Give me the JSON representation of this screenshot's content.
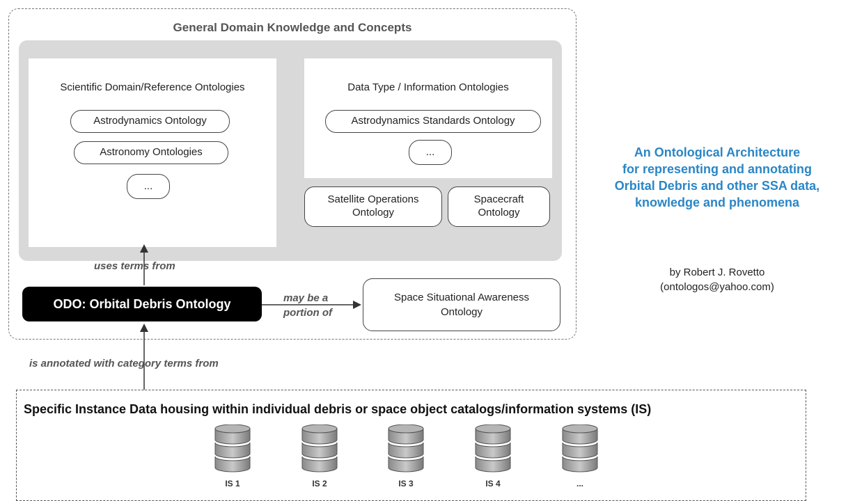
{
  "domain_title": "General Domain Knowledge and Concepts",
  "scientific": {
    "heading": "Scientific Domain/Reference Ontologies",
    "items": [
      "Astrodynamics Ontology",
      "Astronomy Ontologies",
      "..."
    ]
  },
  "data_type": {
    "heading": "Data Type / Information Ontologies",
    "items": [
      "Astrodynamics Standards Ontology",
      "..."
    ]
  },
  "satellite_ops": {
    "line1": "Satellite Operations",
    "line2": "Ontology"
  },
  "spacecraft": {
    "line1": "Spacecraft",
    "line2": "Ontology"
  },
  "edges": {
    "uses_terms_from": "uses terms from",
    "may_be_portion_line1": "may be a",
    "may_be_portion_line2": "portion of",
    "annotated_with": "is annotated with category terms from"
  },
  "odo": {
    "label": "ODO: Orbital Debris Ontology"
  },
  "ssa": {
    "line1": "Space Situational Awareness",
    "line2": "Ontology"
  },
  "instance_data": {
    "title": "Specific Instance Data housing within individual debris or space object catalogs/information systems (IS)",
    "databases": [
      "IS 1",
      "IS 2",
      "IS 3",
      "IS 4",
      "..."
    ]
  },
  "architecture": {
    "line1": "An Ontological Architecture",
    "line2": "for representing and annotating",
    "line3": "Orbital Debris and other SSA data,",
    "line4": "knowledge and phenomena"
  },
  "author": {
    "line1": "by Robert J. Rovetto",
    "line2": "(ontologos@yahoo.com)"
  },
  "colors": {
    "accent": "#2a86c6",
    "panel": "#d9d9d9",
    "odo_bg": "#000000"
  }
}
